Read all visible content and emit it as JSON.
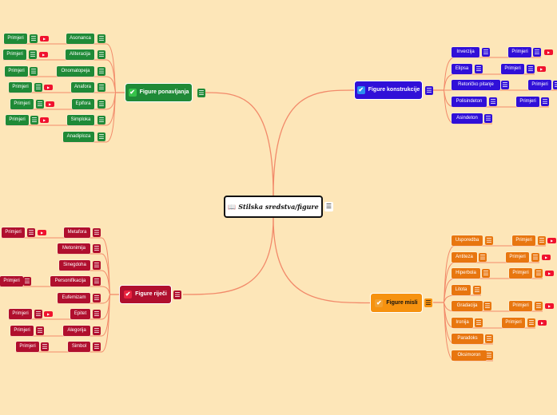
{
  "central": {
    "title": "Stilska sredstva/figure",
    "icon": "book-icon"
  },
  "branches": [
    {
      "id": "ponavljanja",
      "label": "Figure ponavljanja",
      "color": "#1f8a37",
      "text_color": "#ffffff",
      "children": [
        {
          "label": "Asonanca",
          "primjeri": "Primjeri",
          "video": true
        },
        {
          "label": "Aliteracija",
          "primjeri": "Primjeri",
          "video": true
        },
        {
          "label": "Onomatopeja",
          "primjeri": "Primjeri",
          "video": false
        },
        {
          "label": "Anafora",
          "primjeri": "Primjeri",
          "video": true
        },
        {
          "label": "Epifora",
          "primjeri": "Primjeri",
          "video": true
        },
        {
          "label": "Simploka",
          "primjeri": "Primjeri",
          "video": true
        },
        {
          "label": "Anadiploza",
          "primjeri": null,
          "video": false
        }
      ]
    },
    {
      "id": "konstrukcije",
      "label": "Figure konstrukcije",
      "color": "#3010d8",
      "text_color": "#ffffff",
      "children": [
        {
          "label": "Inverzija",
          "primjeri": "Primjeri",
          "video": true
        },
        {
          "label": "Elipsa",
          "primjeri": "Primjeri",
          "video": true
        },
        {
          "label": "Retoričko pitanje",
          "primjeri": "Primjeri",
          "video": false
        },
        {
          "label": "Polisindeton",
          "primjeri": "Primjeri",
          "video": false
        },
        {
          "label": "Asindeton",
          "primjeri": null,
          "video": false
        }
      ]
    },
    {
      "id": "rijeci",
      "label": "Figure riječi",
      "color": "#b00f2e",
      "text_color": "#ffffff",
      "children": [
        {
          "label": "Metafora",
          "primjeri": "Primjeri",
          "video": true
        },
        {
          "label": "Metonimija",
          "primjeri": null,
          "video": false
        },
        {
          "label": "Sinegdoha",
          "primjeri": null,
          "video": false
        },
        {
          "label": "Personifikacija",
          "primjeri": "Primjeri",
          "video": false
        },
        {
          "label": "Eufemizam",
          "primjeri": null,
          "video": false
        },
        {
          "label": "Epitet",
          "primjeri": "Primjeri",
          "video": true
        },
        {
          "label": "Alegorija",
          "primjeri": "Primjeri",
          "video": false
        },
        {
          "label": "Simbol",
          "primjeri": "Primjeri",
          "video": false
        }
      ]
    },
    {
      "id": "misli",
      "label": "Figure misli",
      "color": "#f6920f",
      "child_color": "#e8760f",
      "text_color": "#111111",
      "children": [
        {
          "label": "Usporedba",
          "primjeri": "Primjeri",
          "video": true
        },
        {
          "label": "Antiteza",
          "primjeri": "Primjeri",
          "video": true
        },
        {
          "label": "Hiperbola",
          "primjeri": "Primjeri",
          "video": true
        },
        {
          "label": "Litota",
          "primjeri": null,
          "video": false
        },
        {
          "label": "Gradacija",
          "primjeri": "Primjeri",
          "video": true
        },
        {
          "label": "Ironija",
          "primjeri": "Primjeri",
          "video": true
        },
        {
          "label": "Paradoks",
          "primjeri": null,
          "video": false
        },
        {
          "label": "Oksimoron",
          "primjeri": null,
          "video": false
        }
      ]
    }
  ],
  "colors": {
    "background": "#fde6b8",
    "connector": "#f28a6a",
    "video": "#f0122e"
  }
}
